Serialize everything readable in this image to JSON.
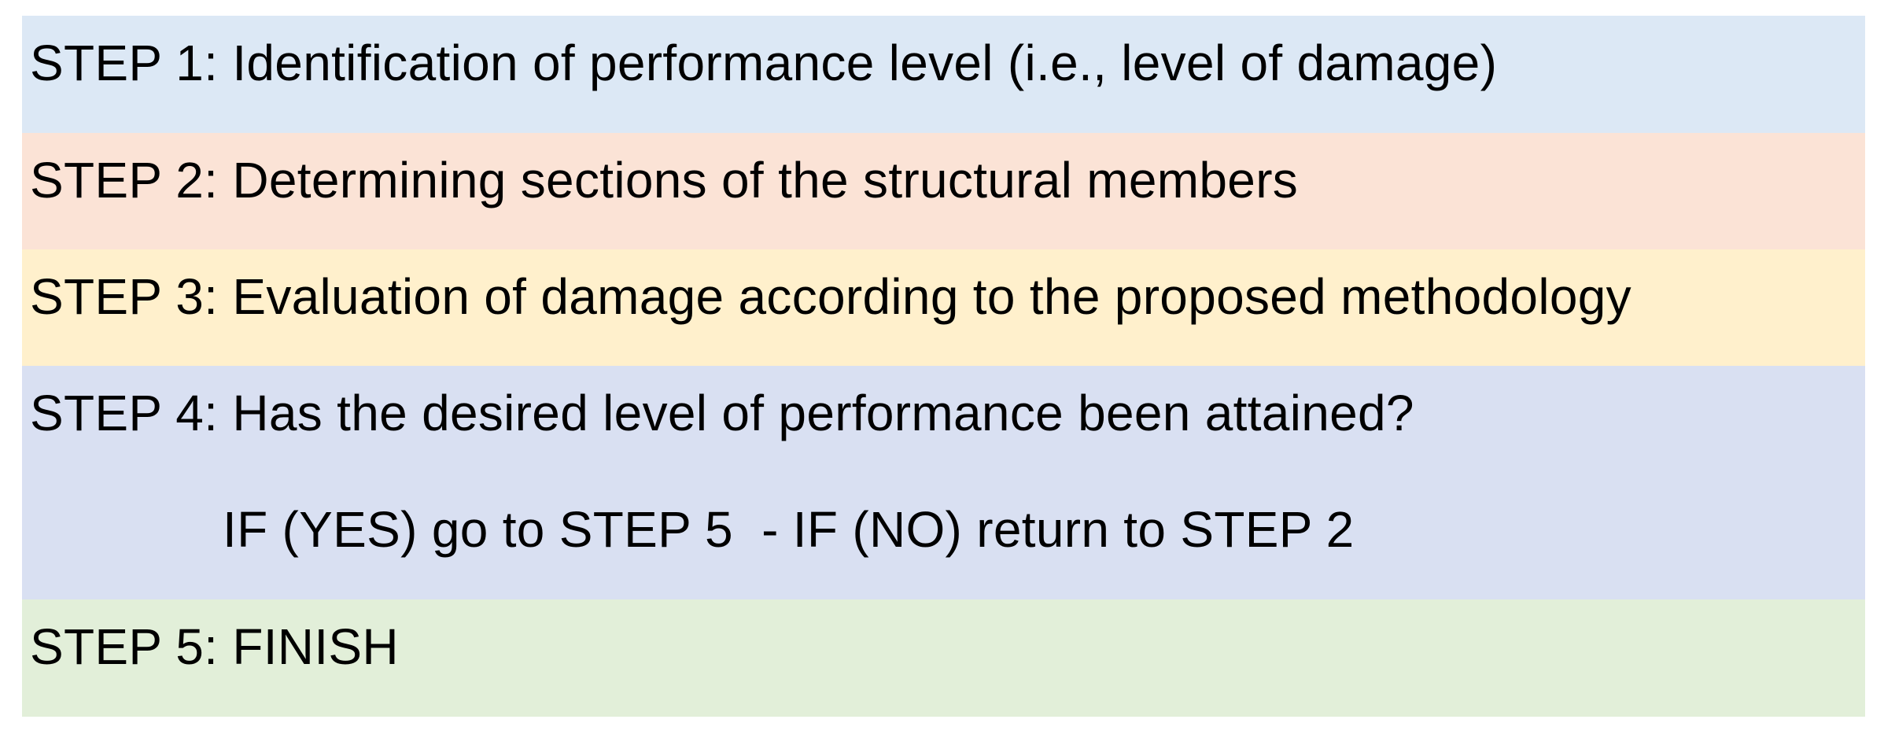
{
  "steps": [
    {
      "text": "STEP 1: Identification of performance level (i.e., level of damage)",
      "color": "#dce8f5"
    },
    {
      "text": "STEP 2: Determining sections of the structural members",
      "color": "#fbe3d6"
    },
    {
      "text": "STEP 3: Evaluation of damage according to the proposed methodology",
      "color": "#fff0cc"
    },
    {
      "text": "STEP 4: Has the desired level of performance been attained?",
      "subtext": "IF (YES) go to STEP 5  - IF (NO) return to STEP 2",
      "color": "#d9e0f2"
    },
    {
      "text": "STEP 5: FINISH",
      "color": "#e2efd9"
    }
  ]
}
